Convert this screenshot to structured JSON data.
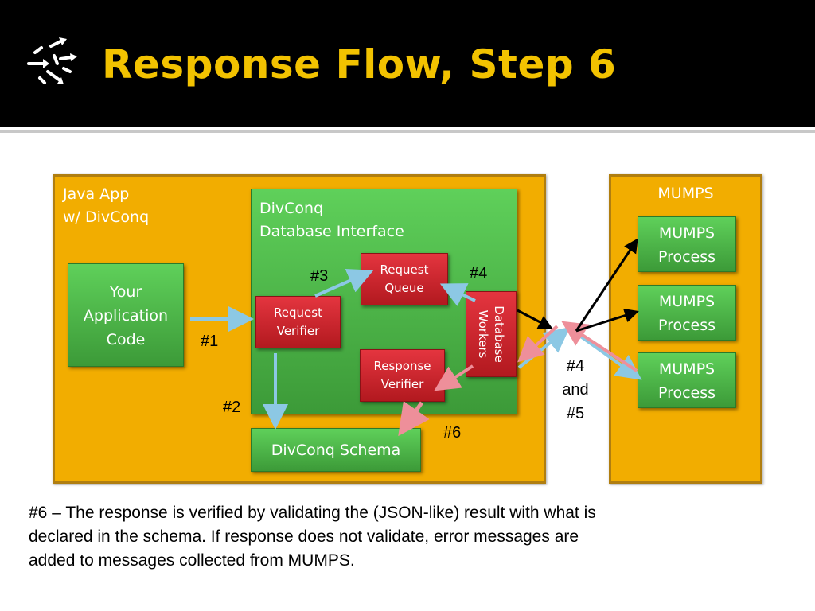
{
  "slide": {
    "title": "Response Flow, Step 6",
    "logo_icon": "scattered-arrows-icon"
  },
  "java_panel": {
    "label_line1": "Java App",
    "label_line2": "w/ DivConq"
  },
  "divconq_panel": {
    "label_line1": "DivConq",
    "label_line2": "Database Interface"
  },
  "boxes": {
    "your_app": [
      "Your",
      "Application",
      "Code"
    ],
    "request_verifier": [
      "Request",
      "Verifier"
    ],
    "request_queue": [
      "Request",
      "Queue"
    ],
    "response_verifier": [
      "Response",
      "Verifier"
    ],
    "database_workers": [
      "Database",
      "Workers"
    ],
    "schema": "DivConq Schema"
  },
  "mumps_panel": {
    "label": "MUMPS",
    "processes": [
      [
        "MUMPS",
        "Process"
      ],
      [
        "MUMPS",
        "Process"
      ],
      [
        "MUMPS",
        "Process"
      ]
    ]
  },
  "step_tags": {
    "s1": "#1",
    "s2": "#2",
    "s3": "#3",
    "s4": "#4",
    "s45_line1": "#4",
    "s45_line2": "and",
    "s45_line3": "#5",
    "s6": "#6"
  },
  "caption": {
    "line1": "#6 – The response is verified by validating the (JSON-like) result with what is",
    "line2": "declared in the schema.  If response does not validate, error messages are",
    "line3": "added to messages collected from MUMPS."
  },
  "colors": {
    "header": "#000000",
    "title": "#f2c200",
    "panel": "#f2ad00",
    "green_box": "#4cb847",
    "red_box": "#cc2229",
    "request_arrow": "#7ab8d6",
    "response_arrow": "#e07a86"
  }
}
